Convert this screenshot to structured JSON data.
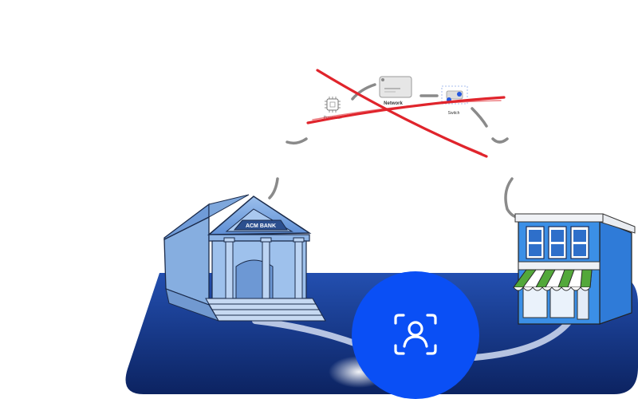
{
  "nodes": {
    "processor_label": "Processor",
    "network_label": "Network",
    "switch_label": "Switch"
  },
  "bank": {
    "sign_text": "ACM BANK"
  },
  "colors": {
    "platform_dark": "#0c2361",
    "platform_light": "#214aa9",
    "face_id_circle": "#0a4ff5",
    "cross_red": "#e0242c",
    "bank_blue": "#7ea7dc",
    "store_blue": "#3b8fe6",
    "awning_green": "#53a83a",
    "connector_gray": "#8c8c8c"
  },
  "icons": {
    "center": "face-id-icon",
    "processor": "chip-icon",
    "network": "network-card-icon",
    "switch": "switch-icon"
  }
}
